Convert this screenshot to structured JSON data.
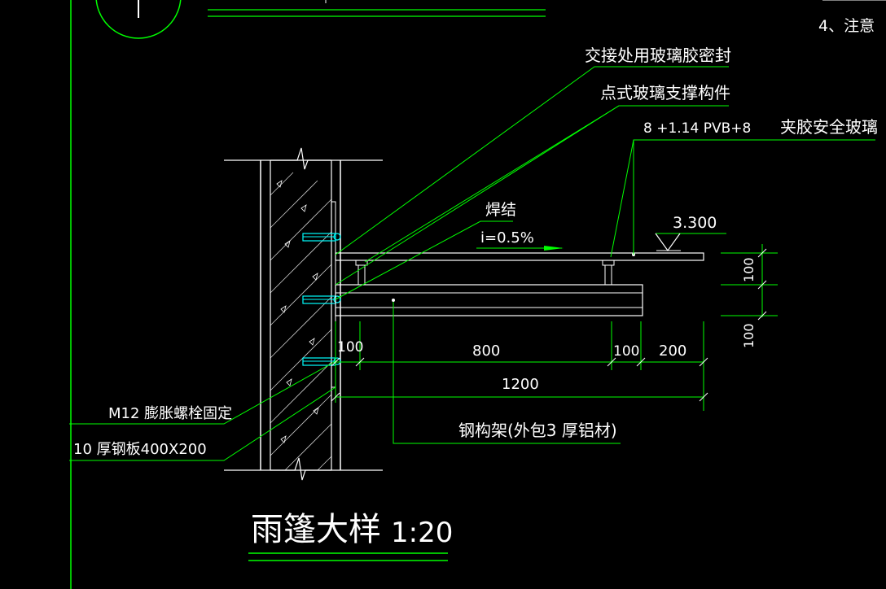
{
  "labels": {
    "sealant": "交接处用玻璃胶密封",
    "support": "点式玻璃支撑构件",
    "glass_spec": "8 +1.14 PVB+8",
    "glass_type": "夹胶安全玻璃",
    "weld": "焊结",
    "slope": "i=0.5%",
    "elevation": "3.300",
    "bolt": "M12  膨胀螺栓固定",
    "plate": "10  厚钢板400X200",
    "frame": "钢构架(外包3 厚铝材)",
    "note_top_right": "4、注意",
    "title": "雨篷大样",
    "scale": "1:20"
  },
  "dimensions": {
    "d100_left": "100",
    "d800": "800",
    "d100_mid": "100",
    "d200": "200",
    "d1200": "1200",
    "d100_v1": "100",
    "d100_v2": "100"
  },
  "colors": {
    "background": "#000000",
    "leader": "#00ff00",
    "object": "#ffffff",
    "bolt": "#00ffff"
  }
}
